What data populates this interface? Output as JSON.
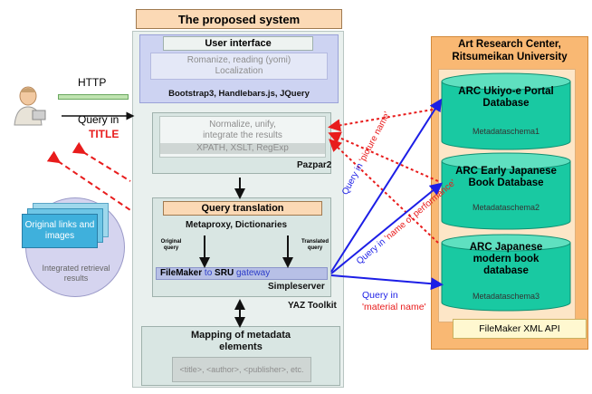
{
  "system": {
    "title": "The proposed system",
    "ui": {
      "title": "User interface",
      "lines": [
        "Romanize, reading (yomi)",
        "Localization"
      ],
      "tech": "Bootstrap3, Handlebars.js, JQuery"
    },
    "integrate": {
      "lines": [
        "Normalize, unify,",
        "integrate the results"
      ],
      "sub": "XPATH, XSLT, RegExp",
      "tool": "Pazpar2"
    },
    "query_translation": {
      "title": "Query translation",
      "sub": "Metaproxy, Dictionaries",
      "original_query": "Original query",
      "translated_query": "Translated query"
    },
    "gateway": {
      "filemaker": "FileMaker",
      "to": "to",
      "sru": "SRU",
      "gateway": "gateway",
      "server": "Simpleserver",
      "toolkit": "YAZ Toolkit"
    },
    "mapping": {
      "title": "Mapping of metadata elements",
      "fields": "<title>, <author>, <publisher>, etc."
    }
  },
  "user": {
    "http": "HTTP",
    "query_label": "Query in",
    "query_field": "TITLE",
    "stack_text": "Original links and images",
    "results": "Integrated retrieval results"
  },
  "arc": {
    "title_line1": "Art Research Center,",
    "title_line2": "Ritsumeikan University",
    "databases": [
      {
        "name": "ARC Ukiyo-e Portal Database",
        "schema": "Metadataschema1"
      },
      {
        "name": "ARC Early Japanese Book Database",
        "schema": "Metadataschema2"
      },
      {
        "name": "ARC Japanese modern book database",
        "schema": "Metadataschema3"
      }
    ],
    "api": "FileMaker XML API"
  },
  "arrows": {
    "q1_prefix": "Query in",
    "q1_field": "'picture name'",
    "q2_prefix": "Query in",
    "q2_field": "'name of performance'",
    "q3_prefix": "Query in",
    "q3_field": "'material name'"
  },
  "colors": {
    "title_orange": "#fbd9b5",
    "db_green": "#19c9a2",
    "arc_orange": "#f9b873",
    "query_blue": "#1c1ee6",
    "result_red": "#e81c1c"
  }
}
